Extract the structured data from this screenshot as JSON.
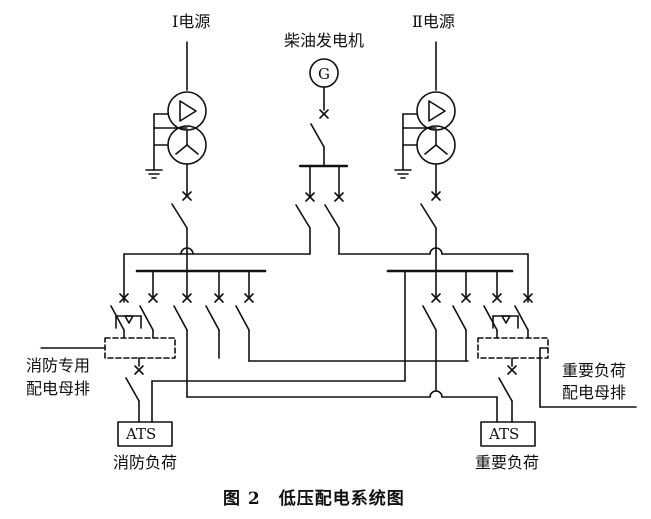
{
  "sources": {
    "left_label": "Ⅰ电源",
    "right_label": "Ⅱ电源",
    "generator_label": "柴油发电机",
    "generator_symbol": "G"
  },
  "panels": {
    "fire_label_line1": "消防专用",
    "fire_label_line2": "配电母排",
    "important_label_line1": "重要负荷",
    "important_label_line2": "配电母排"
  },
  "loads": {
    "ats_text": "ATS",
    "fire_load_label": "消防负荷",
    "important_load_label": "重要负荷"
  },
  "caption": "图 2　低压配电系统图"
}
